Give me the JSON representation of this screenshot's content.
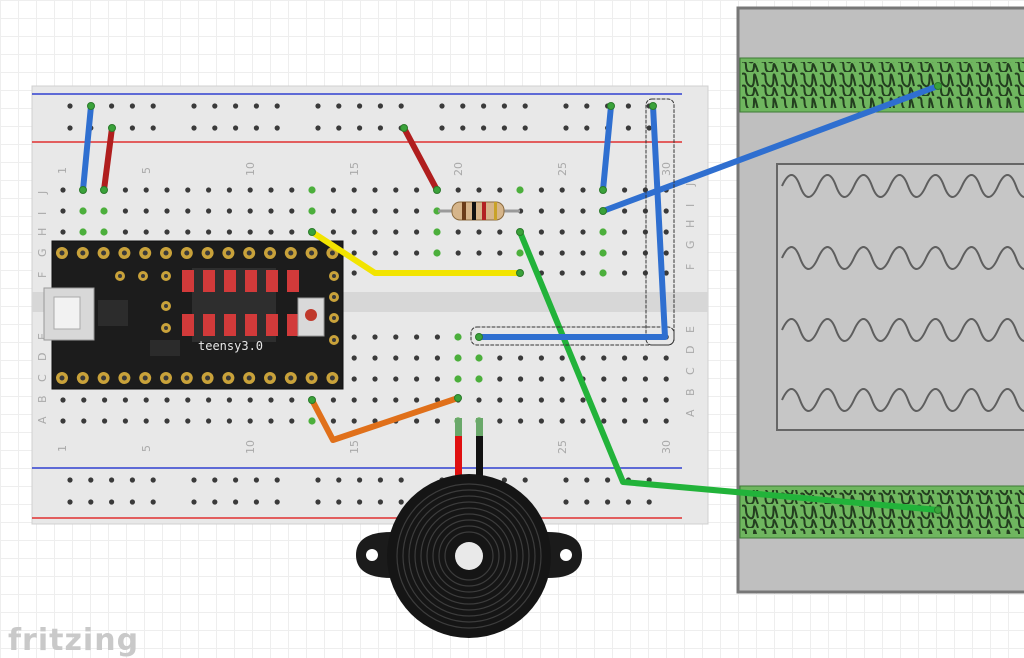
{
  "app": {
    "brand": "fritzing"
  },
  "breadboard": {
    "column_numbers_top": [
      "1",
      "5",
      "10",
      "15",
      "20",
      "25",
      "30"
    ],
    "column_numbers_bottom": [
      "1",
      "5",
      "10",
      "15",
      "25",
      "30"
    ],
    "row_letters_top": [
      "J",
      "I",
      "H",
      "G",
      "F"
    ],
    "row_letters_bottom": [
      "E",
      "D",
      "C",
      "B",
      "A"
    ]
  },
  "microcontroller": {
    "label": "teensy3.0"
  },
  "colors": {
    "wire_blue": "#2f6fd0",
    "wire_red": "#b01e1e",
    "wire_yellow": "#f2e400",
    "wire_green": "#22b33a",
    "wire_orange": "#e0701a",
    "rail_red": "#e03030",
    "rail_blue": "#3040d0",
    "pad_green": "#4caf3c"
  }
}
